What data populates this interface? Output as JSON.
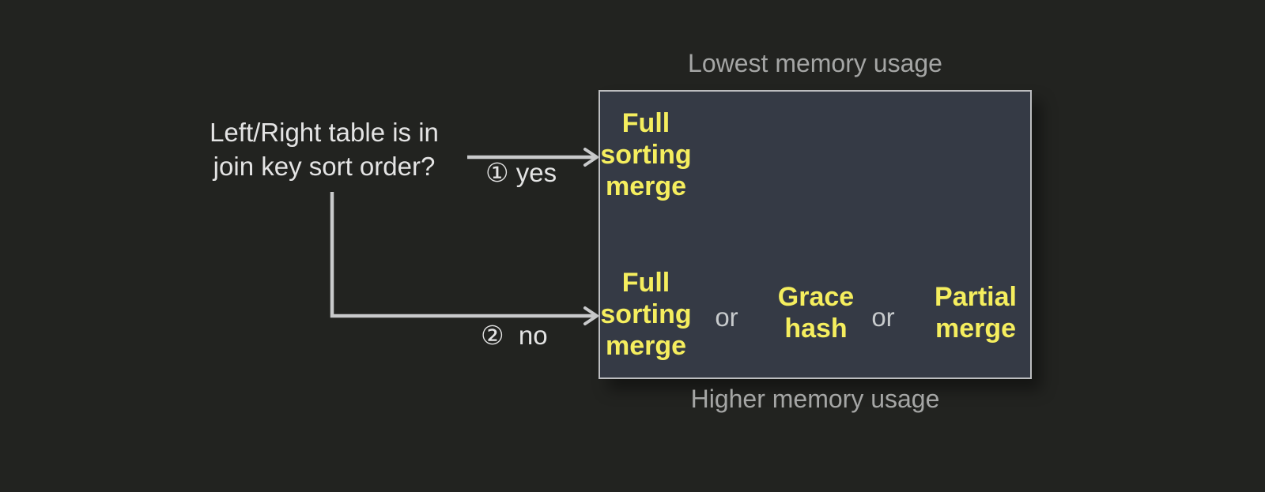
{
  "colors": {
    "bg": "#222320",
    "box_fill": "#353a45",
    "box_border": "#bcbdbf",
    "method_yellow": "#f5ee5e",
    "text_light": "#e4e4e4",
    "label_gray": "#a5a6a5",
    "or_gray": "#c7cacc",
    "line_gray": "#c9cacb"
  },
  "question": {
    "text": "Left/Right table is in\njoin key sort order?"
  },
  "branches": {
    "yes_label": "① yes",
    "no_label": "②  no"
  },
  "box": {
    "top_label": "Lowest memory usage",
    "bottom_label": "Higher memory usage",
    "sorted_row": {
      "method": "Full\nsorting\nmerge"
    },
    "unsorted_row": {
      "methods": [
        "Full\nsorting\nmerge",
        "Grace\nhash",
        "Partial\nmerge"
      ],
      "separator": "or"
    }
  }
}
